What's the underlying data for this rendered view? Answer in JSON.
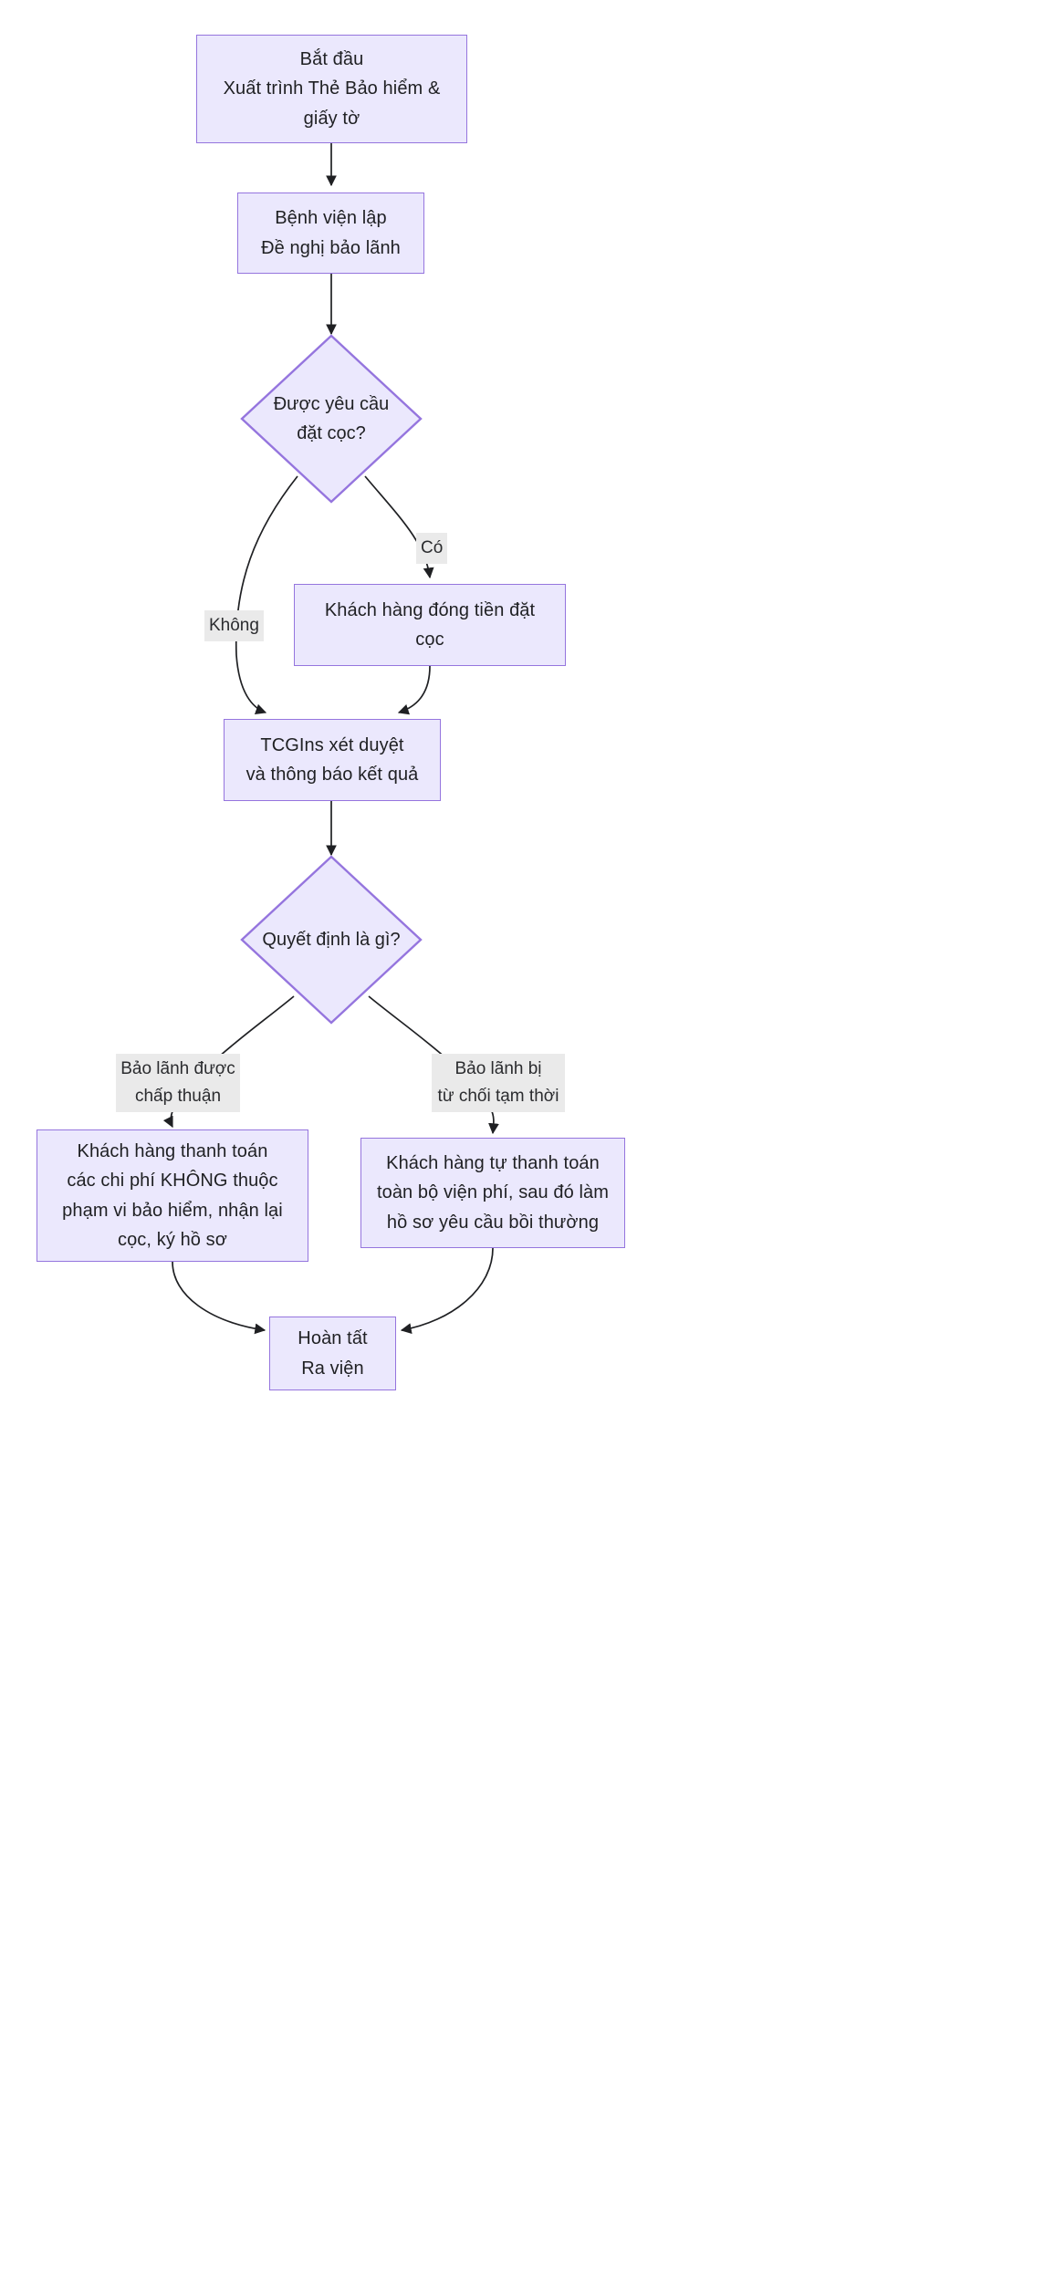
{
  "diagram": {
    "type": "flowchart",
    "orientation": "top-to-bottom",
    "theme": {
      "node_fill": "#ebe8fd",
      "node_border": "#9575de",
      "edge_color": "#1f2023",
      "label_background": "#eaeaea",
      "text_color": "#1f2023",
      "canvas_background": "#ffffff"
    },
    "nodes": [
      {
        "id": "start",
        "shape": "rectangle",
        "text": "Bắt đầu\nXuất trình Thẻ Bảo hiểm &\ngiấy tờ"
      },
      {
        "id": "hospital",
        "shape": "rectangle",
        "text": "Bệnh viện lập\nĐề nghị bảo lãnh"
      },
      {
        "id": "deposit_q",
        "shape": "diamond",
        "text": "Được yêu cầu\nđặt cọc?"
      },
      {
        "id": "pay_dep",
        "shape": "rectangle",
        "text": "Khách hàng đóng tiền đặt\ncọc"
      },
      {
        "id": "review",
        "shape": "rectangle",
        "text": "TCGIns xét duyệt\nvà thông báo kết quả"
      },
      {
        "id": "decision",
        "shape": "diamond",
        "text": "Quyết định là gì?"
      },
      {
        "id": "approved",
        "shape": "rectangle",
        "text": "Khách hàng thanh toán\ncác chi phí KHÔNG thuộc\nphạm vi bảo hiểm, nhận lại\ncọc, ký hồ sơ"
      },
      {
        "id": "rejected",
        "shape": "rectangle",
        "text": "Khách hàng tự thanh toán\ntoàn bộ viện phí, sau đó làm\nhồ sơ yêu cầu bồi thường"
      },
      {
        "id": "finish",
        "shape": "rectangle",
        "text": "Hoàn tất\nRa viện"
      }
    ],
    "edges": [
      {
        "from": "start",
        "to": "hospital",
        "label": ""
      },
      {
        "from": "hospital",
        "to": "deposit_q",
        "label": ""
      },
      {
        "from": "deposit_q",
        "to": "pay_dep",
        "label": "Có"
      },
      {
        "from": "deposit_q",
        "to": "review",
        "label": "Không"
      },
      {
        "from": "pay_dep",
        "to": "review",
        "label": ""
      },
      {
        "from": "review",
        "to": "decision",
        "label": ""
      },
      {
        "from": "decision",
        "to": "approved",
        "label": "Bảo lãnh được\nchấp thuận"
      },
      {
        "from": "decision",
        "to": "rejected",
        "label": "Bảo lãnh bị\ntừ chối tạm thời"
      },
      {
        "from": "approved",
        "to": "finish",
        "label": ""
      },
      {
        "from": "rejected",
        "to": "finish",
        "label": ""
      }
    ],
    "edge_labels": {
      "yes": "Có",
      "no": "Không",
      "approved": "Bảo lãnh được\nchấp thuận",
      "rejected": "Bảo lãnh bị\ntừ chối tạm thời"
    }
  }
}
